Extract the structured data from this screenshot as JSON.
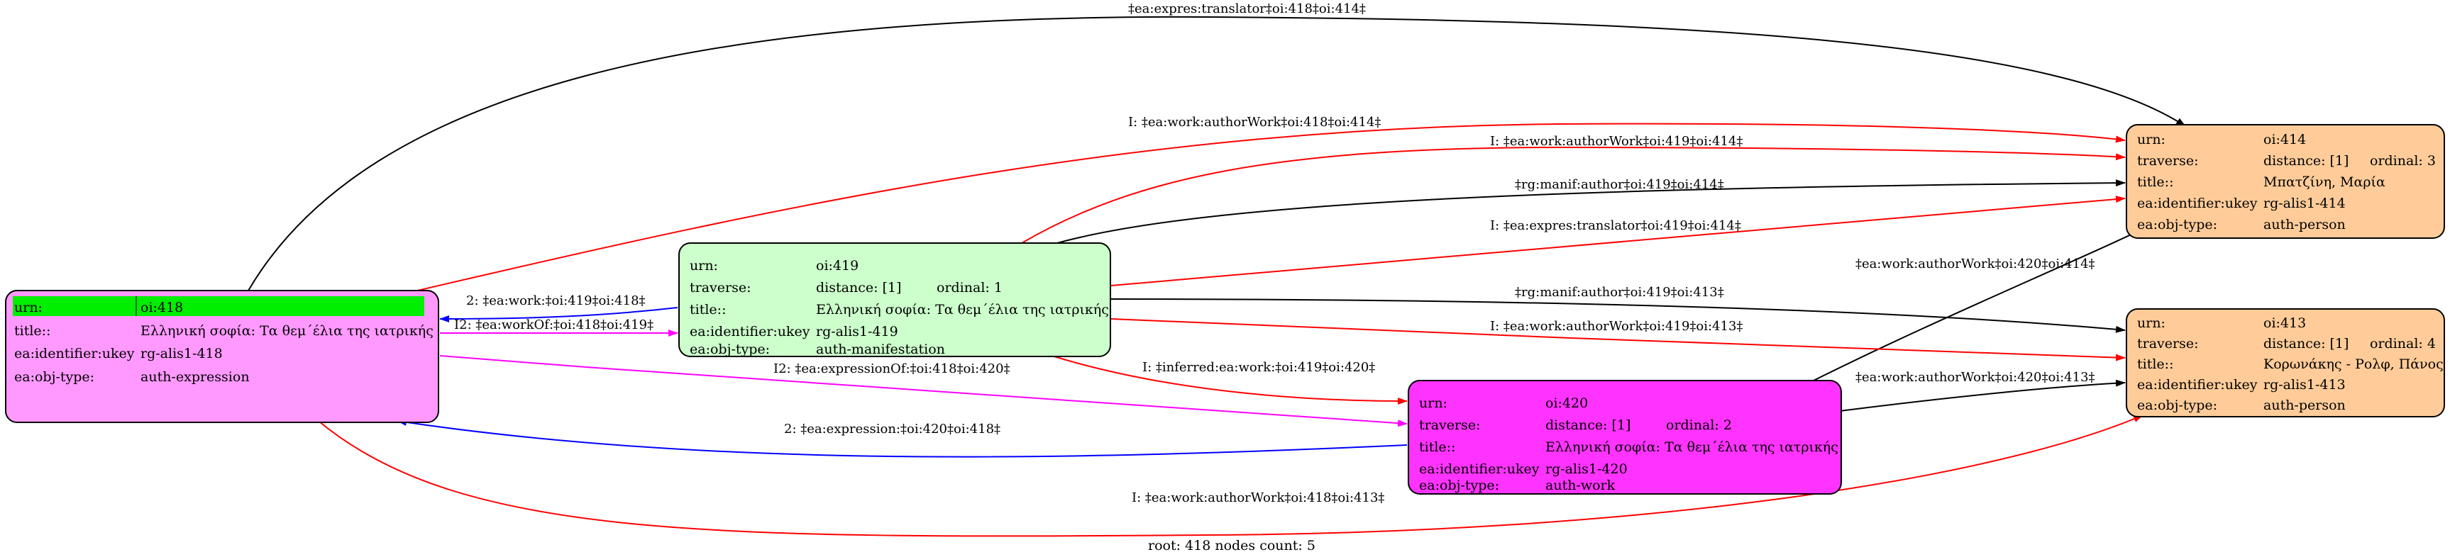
{
  "footer": "root: 418 nodes count: 5",
  "colors": {
    "root_node_fill": "#ff99ff",
    "manifestation_node_fill": "#ccffcc",
    "work_node_fill": "#ff33ff",
    "person_node_fill": "#ffcc99",
    "highlight_row": "#00ee00",
    "edge_black": "#000000",
    "edge_red": "#ff0000",
    "edge_blue": "#0000ff",
    "edge_magenta": "#ff00ff"
  },
  "nodes": [
    {
      "id": "n418",
      "rows": [
        [
          "urn:",
          "oi:418"
        ],
        [
          "title::",
          "Ελληνική σοφία: Τα θεμ΄έλια της ιατρικής"
        ],
        [
          "ea:identifier:ukey",
          "rg-alis1-418"
        ],
        [
          "ea:obj-type:",
          "auth-expression"
        ]
      ]
    },
    {
      "id": "n419",
      "rows": [
        [
          "urn:",
          "oi:419"
        ],
        [
          "traverse:",
          "distance: [1]",
          "ordinal: 1"
        ],
        [
          "title::",
          "Ελληνική σοφία: Τα θεμ΄έλια της ιατρικής"
        ],
        [
          "ea:identifier:ukey",
          "rg-alis1-419"
        ],
        [
          "ea:obj-type:",
          "auth-manifestation"
        ]
      ]
    },
    {
      "id": "n420",
      "rows": [
        [
          "urn:",
          "oi:420"
        ],
        [
          "traverse:",
          "distance: [1]",
          "ordinal: 2"
        ],
        [
          "title::",
          "Ελληνική σοφία: Τα θεμ΄έλια της ιατρικής"
        ],
        [
          "ea:identifier:ukey",
          "rg-alis1-420"
        ],
        [
          "ea:obj-type:",
          "auth-work"
        ]
      ]
    },
    {
      "id": "n414",
      "rows": [
        [
          "urn:",
          "oi:414"
        ],
        [
          "traverse:",
          "distance: [1]",
          "ordinal: 3"
        ],
        [
          "title::",
          "Μπατζίνη, Μαρία"
        ],
        [
          "ea:identifier:ukey",
          "rg-alis1-414"
        ],
        [
          "ea:obj-type:",
          "auth-person"
        ]
      ]
    },
    {
      "id": "n413",
      "rows": [
        [
          "urn:",
          "oi:413"
        ],
        [
          "traverse:",
          "distance: [1]",
          "ordinal: 4"
        ],
        [
          "title::",
          "Κορωνάκης - Ρολφ, Πάνος"
        ],
        [
          "ea:identifier:ukey",
          "rg-alis1-413"
        ],
        [
          "ea:obj-type:",
          "auth-person"
        ]
      ]
    }
  ],
  "edges": [
    {
      "id": "e1",
      "color": "edge_black",
      "label": "‡ea:expres:translator‡oi:418‡oi:414‡"
    },
    {
      "id": "e2",
      "color": "edge_red",
      "label": "I: ‡ea:work:authorWork‡oi:418‡oi:414‡"
    },
    {
      "id": "e3",
      "color": "edge_red",
      "label": "I: ‡ea:work:authorWork‡oi:419‡oi:414‡"
    },
    {
      "id": "e4",
      "color": "edge_black",
      "label": "‡rg:manif:author‡oi:419‡oi:414‡"
    },
    {
      "id": "e5",
      "color": "edge_red",
      "label": "I: ‡ea:expres:translator‡oi:419‡oi:414‡"
    },
    {
      "id": "e6",
      "color": "edge_black",
      "label": "‡ea:work:authorWork‡oi:420‡oi:414‡"
    },
    {
      "id": "e7",
      "color": "edge_black",
      "label": "‡rg:manif:author‡oi:419‡oi:413‡"
    },
    {
      "id": "e8",
      "color": "edge_red",
      "label": "I: ‡ea:work:authorWork‡oi:419‡oi:413‡"
    },
    {
      "id": "e9",
      "color": "edge_blue",
      "label": "2: ‡ea:work:‡oi:419‡oi:418‡"
    },
    {
      "id": "e10",
      "color": "edge_magenta",
      "label": "I2: ‡ea:workOf:‡oi:418‡oi:419‡"
    },
    {
      "id": "e11",
      "color": "edge_magenta",
      "label": "I2: ‡ea:expressionOf:‡oi:418‡oi:420‡"
    },
    {
      "id": "e12",
      "color": "edge_red",
      "label": "I: ‡inferred:ea:work:‡oi:419‡oi:420‡"
    },
    {
      "id": "e13",
      "color": "edge_black",
      "label": "‡ea:work:authorWork‡oi:420‡oi:413‡"
    },
    {
      "id": "e14",
      "color": "edge_blue",
      "label": "2: ‡ea:expression:‡oi:420‡oi:418‡"
    },
    {
      "id": "e15",
      "color": "edge_red",
      "label": "I: ‡ea:work:authorWork‡oi:418‡oi:413‡"
    }
  ]
}
